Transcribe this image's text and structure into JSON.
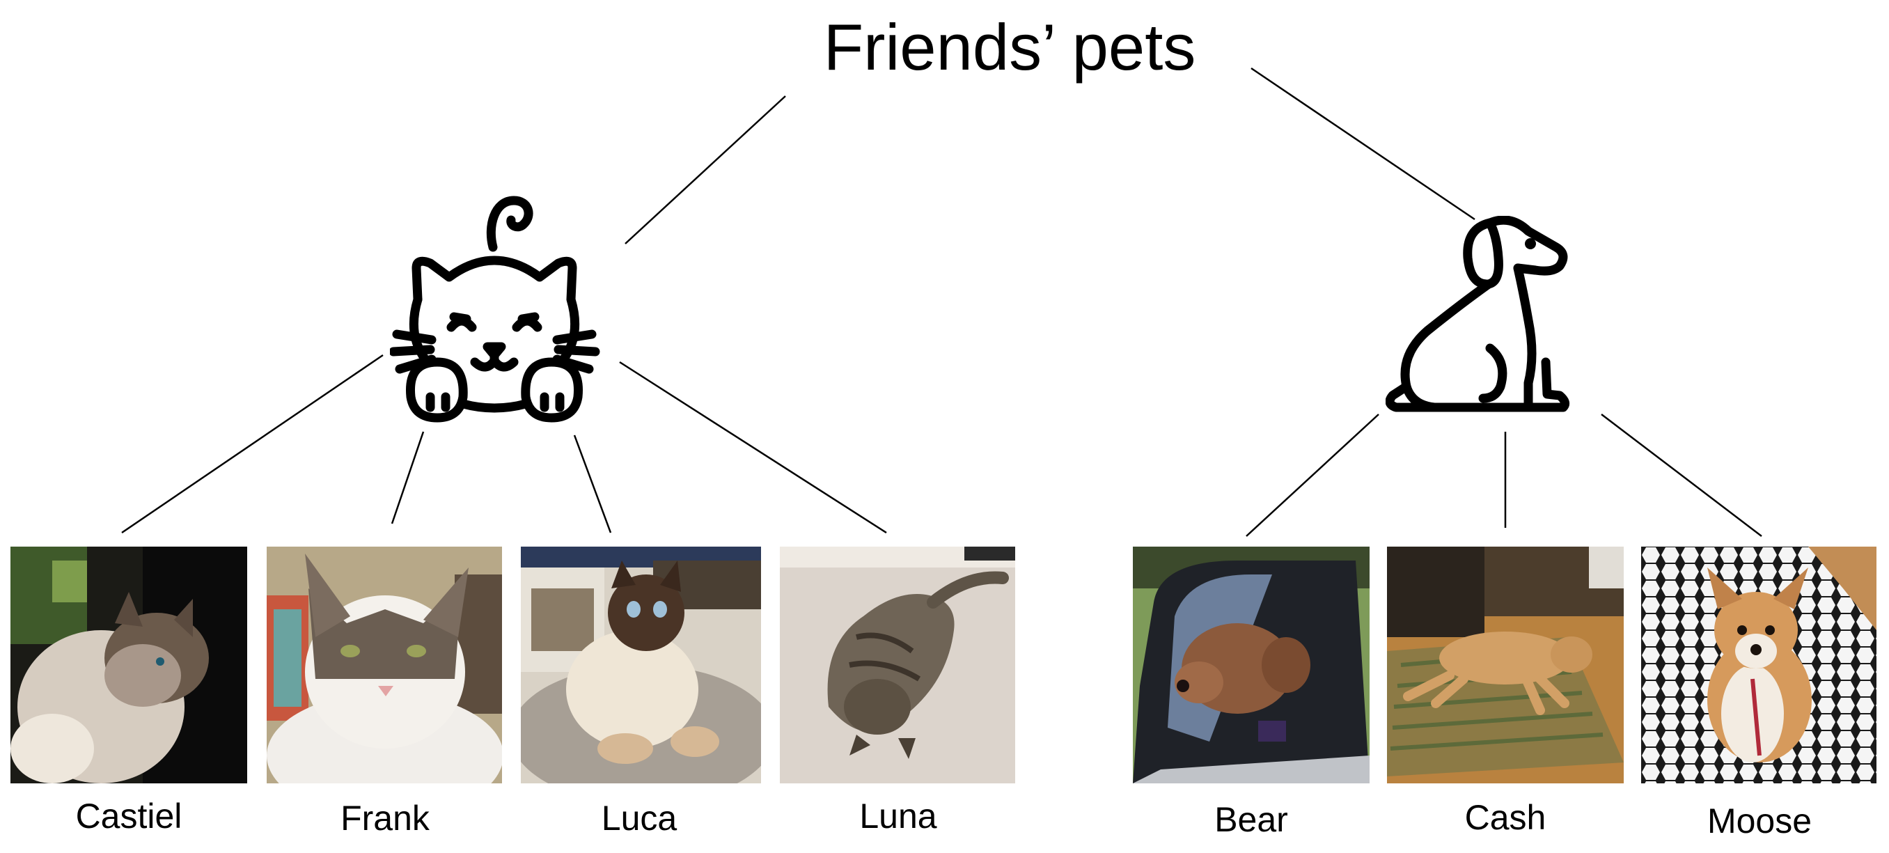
{
  "title": "Friends’ pets",
  "groups": [
    {
      "icon": "cat-icon",
      "pets": [
        {
          "name": "Castiel"
        },
        {
          "name": "Frank"
        },
        {
          "name": "Luca"
        },
        {
          "name": "Luna"
        }
      ]
    },
    {
      "icon": "dog-icon",
      "pets": [
        {
          "name": "Bear"
        },
        {
          "name": "Cash"
        },
        {
          "name": "Moose"
        }
      ]
    }
  ]
}
